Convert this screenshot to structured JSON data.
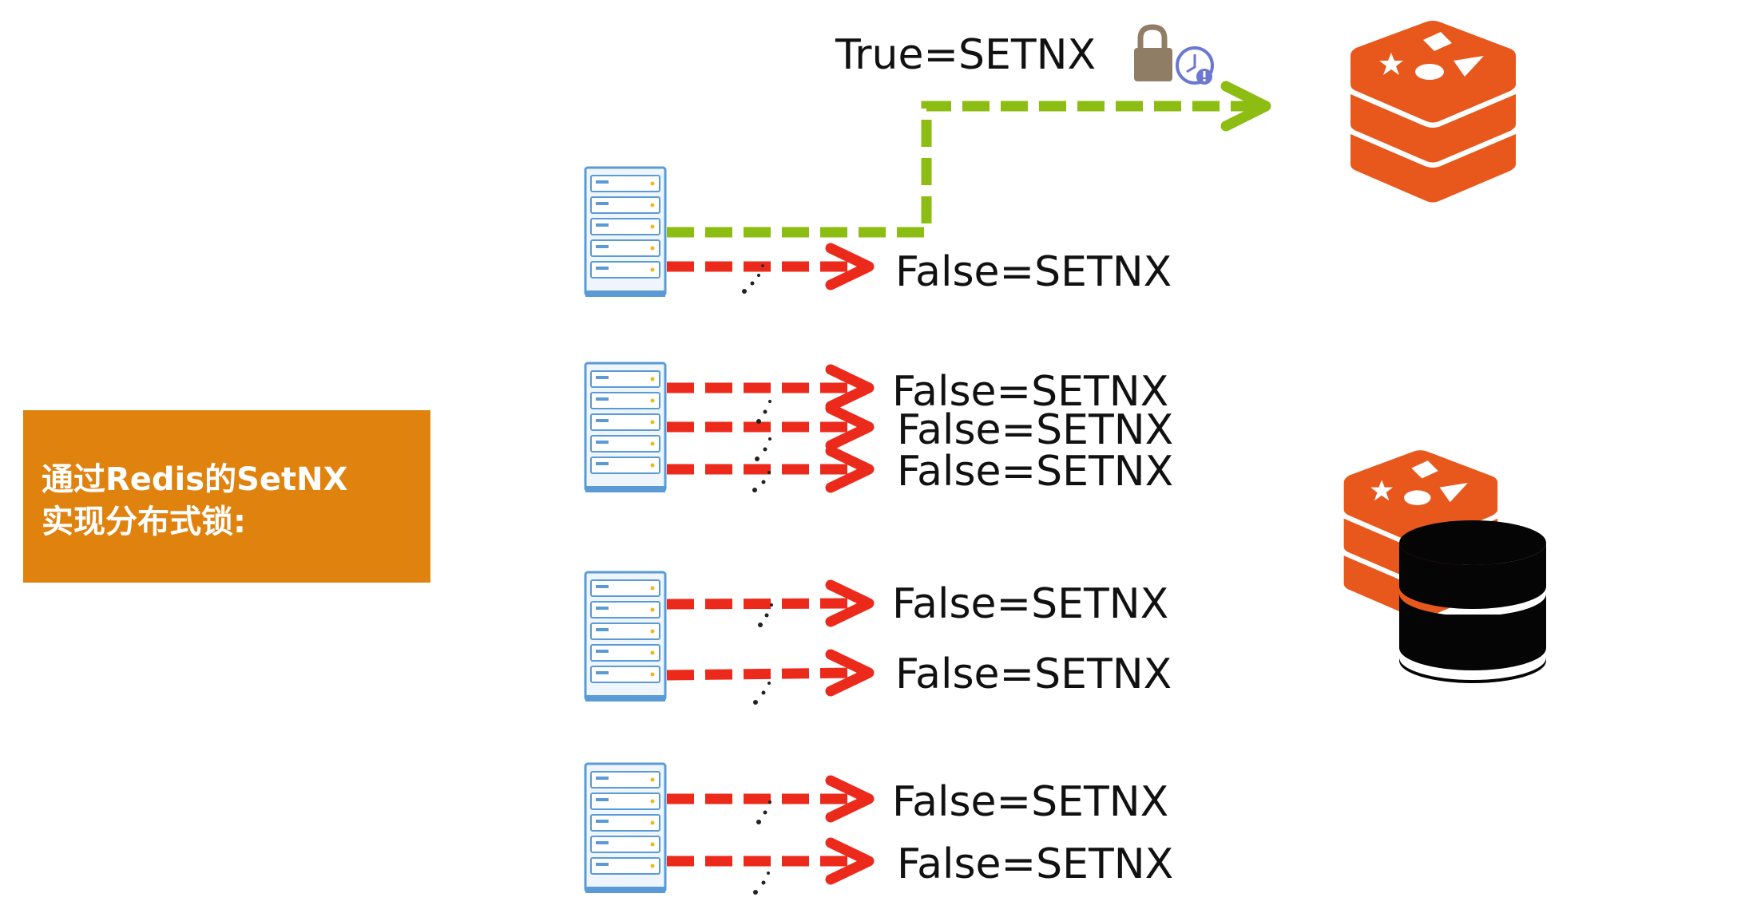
{
  "title_box": {
    "line1": "通过Redis的SetNX",
    "line2": "实现分布式锁:",
    "bg_color": "#e0820e",
    "text_color": "#ffffff"
  },
  "colors": {
    "success_arrow": "#8dbd12",
    "fail_arrow": "#ec2a1c",
    "redis_orange": "#e8581c",
    "db_black": "#050505",
    "server_blue": "#5b9bd5",
    "lock_body": "#8f7d66",
    "clock_stroke": "#6b77d0"
  },
  "icons": {
    "server": "server-rack-icon",
    "lock": "lock-with-clock-icon",
    "redis": "redis-logo-icon",
    "database": "database-icon"
  },
  "diagram": {
    "success_label": "True=SETNX",
    "fail_label": "False=SETNX",
    "groups": [
      {
        "arrows": [
          "success",
          "fail"
        ]
      },
      {
        "arrows": [
          "fail",
          "fail",
          "fail"
        ]
      },
      {
        "arrows": [
          "fail",
          "fail"
        ]
      },
      {
        "arrows": [
          "fail",
          "fail"
        ]
      }
    ]
  }
}
